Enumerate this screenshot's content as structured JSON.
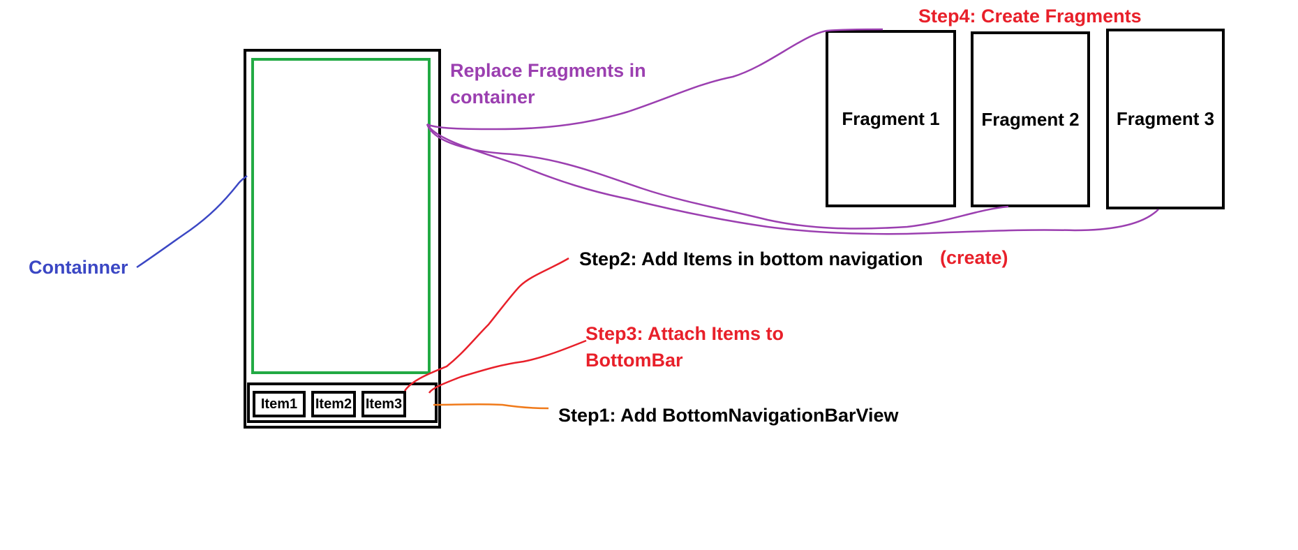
{
  "colors": {
    "outline": "#000000",
    "container_border": "#22aa44",
    "container_label": "#3b47c4",
    "replace_label": "#9b3fb0",
    "step_red": "#e8202a",
    "step1_line": "#f07a1a"
  },
  "phone": {
    "nav_items": [
      "Item1",
      "Item2",
      "Item3"
    ]
  },
  "labels": {
    "container": "Containner",
    "replace_line1": "Replace Fragments in",
    "replace_line2": "container",
    "step1": "Step1: Add BottomNavigationBarView",
    "step2": "Step2: Add Items in bottom navigation",
    "step2_suffix": "(create)",
    "step3_line1": "Step3: Attach Items to",
    "step3_line2": "BottomBar",
    "step4": "Step4: Create Fragments"
  },
  "fragments": [
    "Fragment 1",
    "Fragment 2",
    "Fragment 3"
  ]
}
